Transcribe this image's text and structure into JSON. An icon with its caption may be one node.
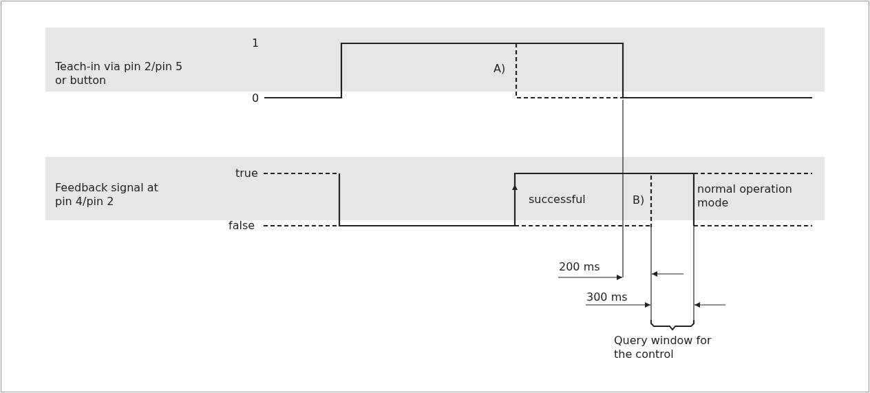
{
  "diagram": {
    "nodes": [
      {
        "text": [
          "Teach-in via pin 2/pin 5 or button"
        ]
      },
      {
        "text": [
          "Feedback signal at pin 4/pin 2"
        ]
      }
    ],
    "labels": [
      "1",
      "0",
      "A)",
      "true",
      "false",
      "successful",
      "B)",
      "normal operation mode",
      "200 ms",
      "300 ms",
      "Query window for the control"
    ]
  }
}
